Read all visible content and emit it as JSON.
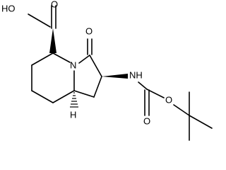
{
  "molecule": {
    "labels": {
      "carboxylic_acid_oh": "HO",
      "carboxylic_acid_o": "O",
      "ring_nitrogen": "N",
      "lactam_oxygen": "O",
      "amide_nh": "NH",
      "carbamate_oxygen_lower": "O",
      "carbamate_oxygen_ester": "O",
      "bridgehead_hydrogen": "H"
    },
    "colors": {
      "ink": "#000000",
      "background": "#ffffff"
    }
  }
}
